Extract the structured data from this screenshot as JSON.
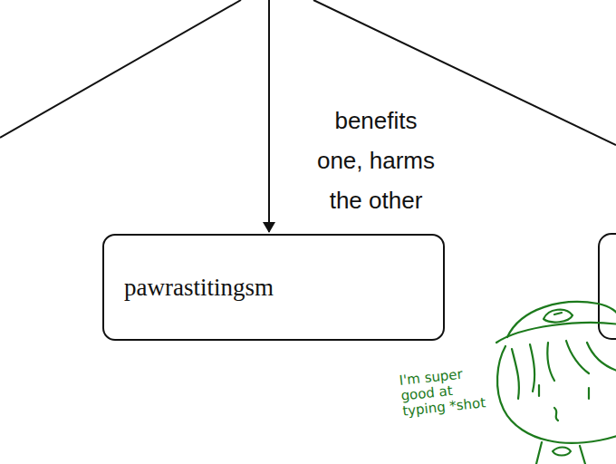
{
  "diagram": {
    "nodes": [
      {
        "text": [
          "pawrastitingsm"
        ]
      }
    ],
    "labels": [
      "benefits one, harms the other",
      "I'm super good at typing *shot"
    ]
  }
}
